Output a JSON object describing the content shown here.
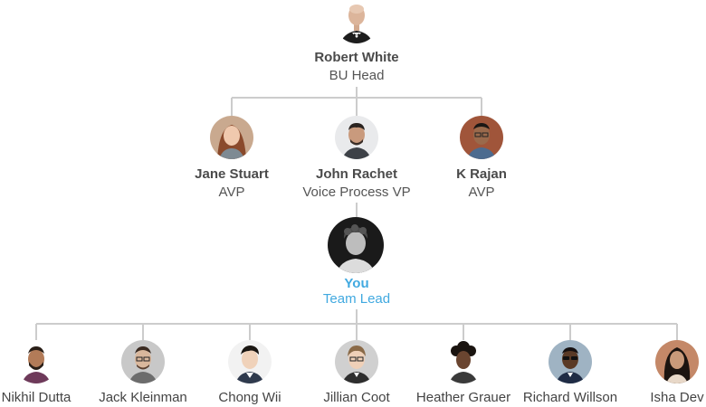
{
  "accent_color": "#41a9e0",
  "line_color": "#cccccc",
  "head": {
    "name": "Robert White",
    "role": "BU Head",
    "icon": "avatar-bald-man-tuxedo"
  },
  "level2": [
    {
      "name": "Jane Stuart",
      "role": "AVP",
      "icon": "avatar-woman-auburn-hair"
    },
    {
      "name": "John Rachet",
      "role": "Voice Process VP",
      "icon": "avatar-man-dark-hair"
    },
    {
      "name": "K Rajan",
      "role": "AVP",
      "icon": "avatar-man-glasses-brick-wall"
    }
  ],
  "you": {
    "name": "You",
    "role": "Team Lead",
    "icon": "avatar-man-curly-hair-bw"
  },
  "team": [
    {
      "name": "Nikhil Dutta",
      "icon": "avatar-man-beard-glasses"
    },
    {
      "name": "Jack Kleinman",
      "icon": "avatar-man-glasses-beard"
    },
    {
      "name": "Chong Wii",
      "icon": "avatar-young-man"
    },
    {
      "name": "Jillian Coot",
      "icon": "avatar-woman-glasses"
    },
    {
      "name": "Heather Grauer",
      "icon": "avatar-woman-curly-hair"
    },
    {
      "name": "Richard Willson",
      "icon": "avatar-man-sunglasses"
    },
    {
      "name": "Isha Dev",
      "icon": "avatar-woman-long-hair"
    }
  ]
}
